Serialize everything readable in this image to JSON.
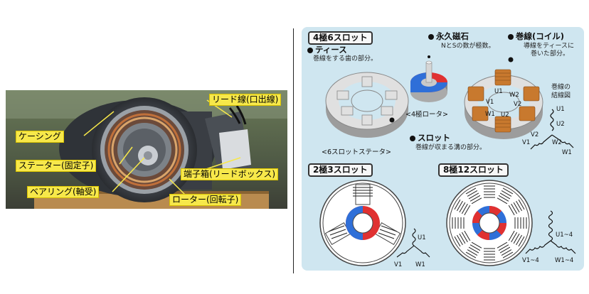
{
  "photo": {
    "labels": {
      "lead": "リード線(口出線)",
      "casing": "ケーシング",
      "stator": "ステーター(固定子)",
      "bearing": "ベアリング(軸受)",
      "terminal": "端子箱(リードボックス)",
      "rotor": "ローター(回転子)"
    },
    "label_color": "#f7e84a"
  },
  "panel": {
    "bg": "#cfe6f0",
    "tag_46": "4極6スロット",
    "teeth_title": "ティース",
    "teeth_desc": "巻線をする歯の部分。",
    "magnet_title": "永久磁石",
    "magnet_desc": "NとSの数が極数。",
    "coil_title": "巻線(コイル)",
    "coil_desc1": "導線をティースに",
    "coil_desc2": "巻いた部分。",
    "rotor_caption": "<4極ロータ>",
    "slot_title": "スロット",
    "slot_desc": "巻線が収まる溝の部分。",
    "stator_caption": "<6スロットステータ>",
    "wiring_title1": "巻線の",
    "wiring_title2": "結線図",
    "tag_23": "2極3スロット",
    "tag_812": "8極12スロット",
    "winding_labels": {
      "u1": "U1",
      "u2": "U2",
      "v1": "V1",
      "v2": "V2",
      "w1": "W1",
      "w2": "W2",
      "u14": "U1~4",
      "v14": "V1~4",
      "w14": "W1~4"
    },
    "colors": {
      "north": "#e03131",
      "south": "#2f6fd8",
      "coil": "#c8792e",
      "steel": "#dcdcdc"
    }
  }
}
